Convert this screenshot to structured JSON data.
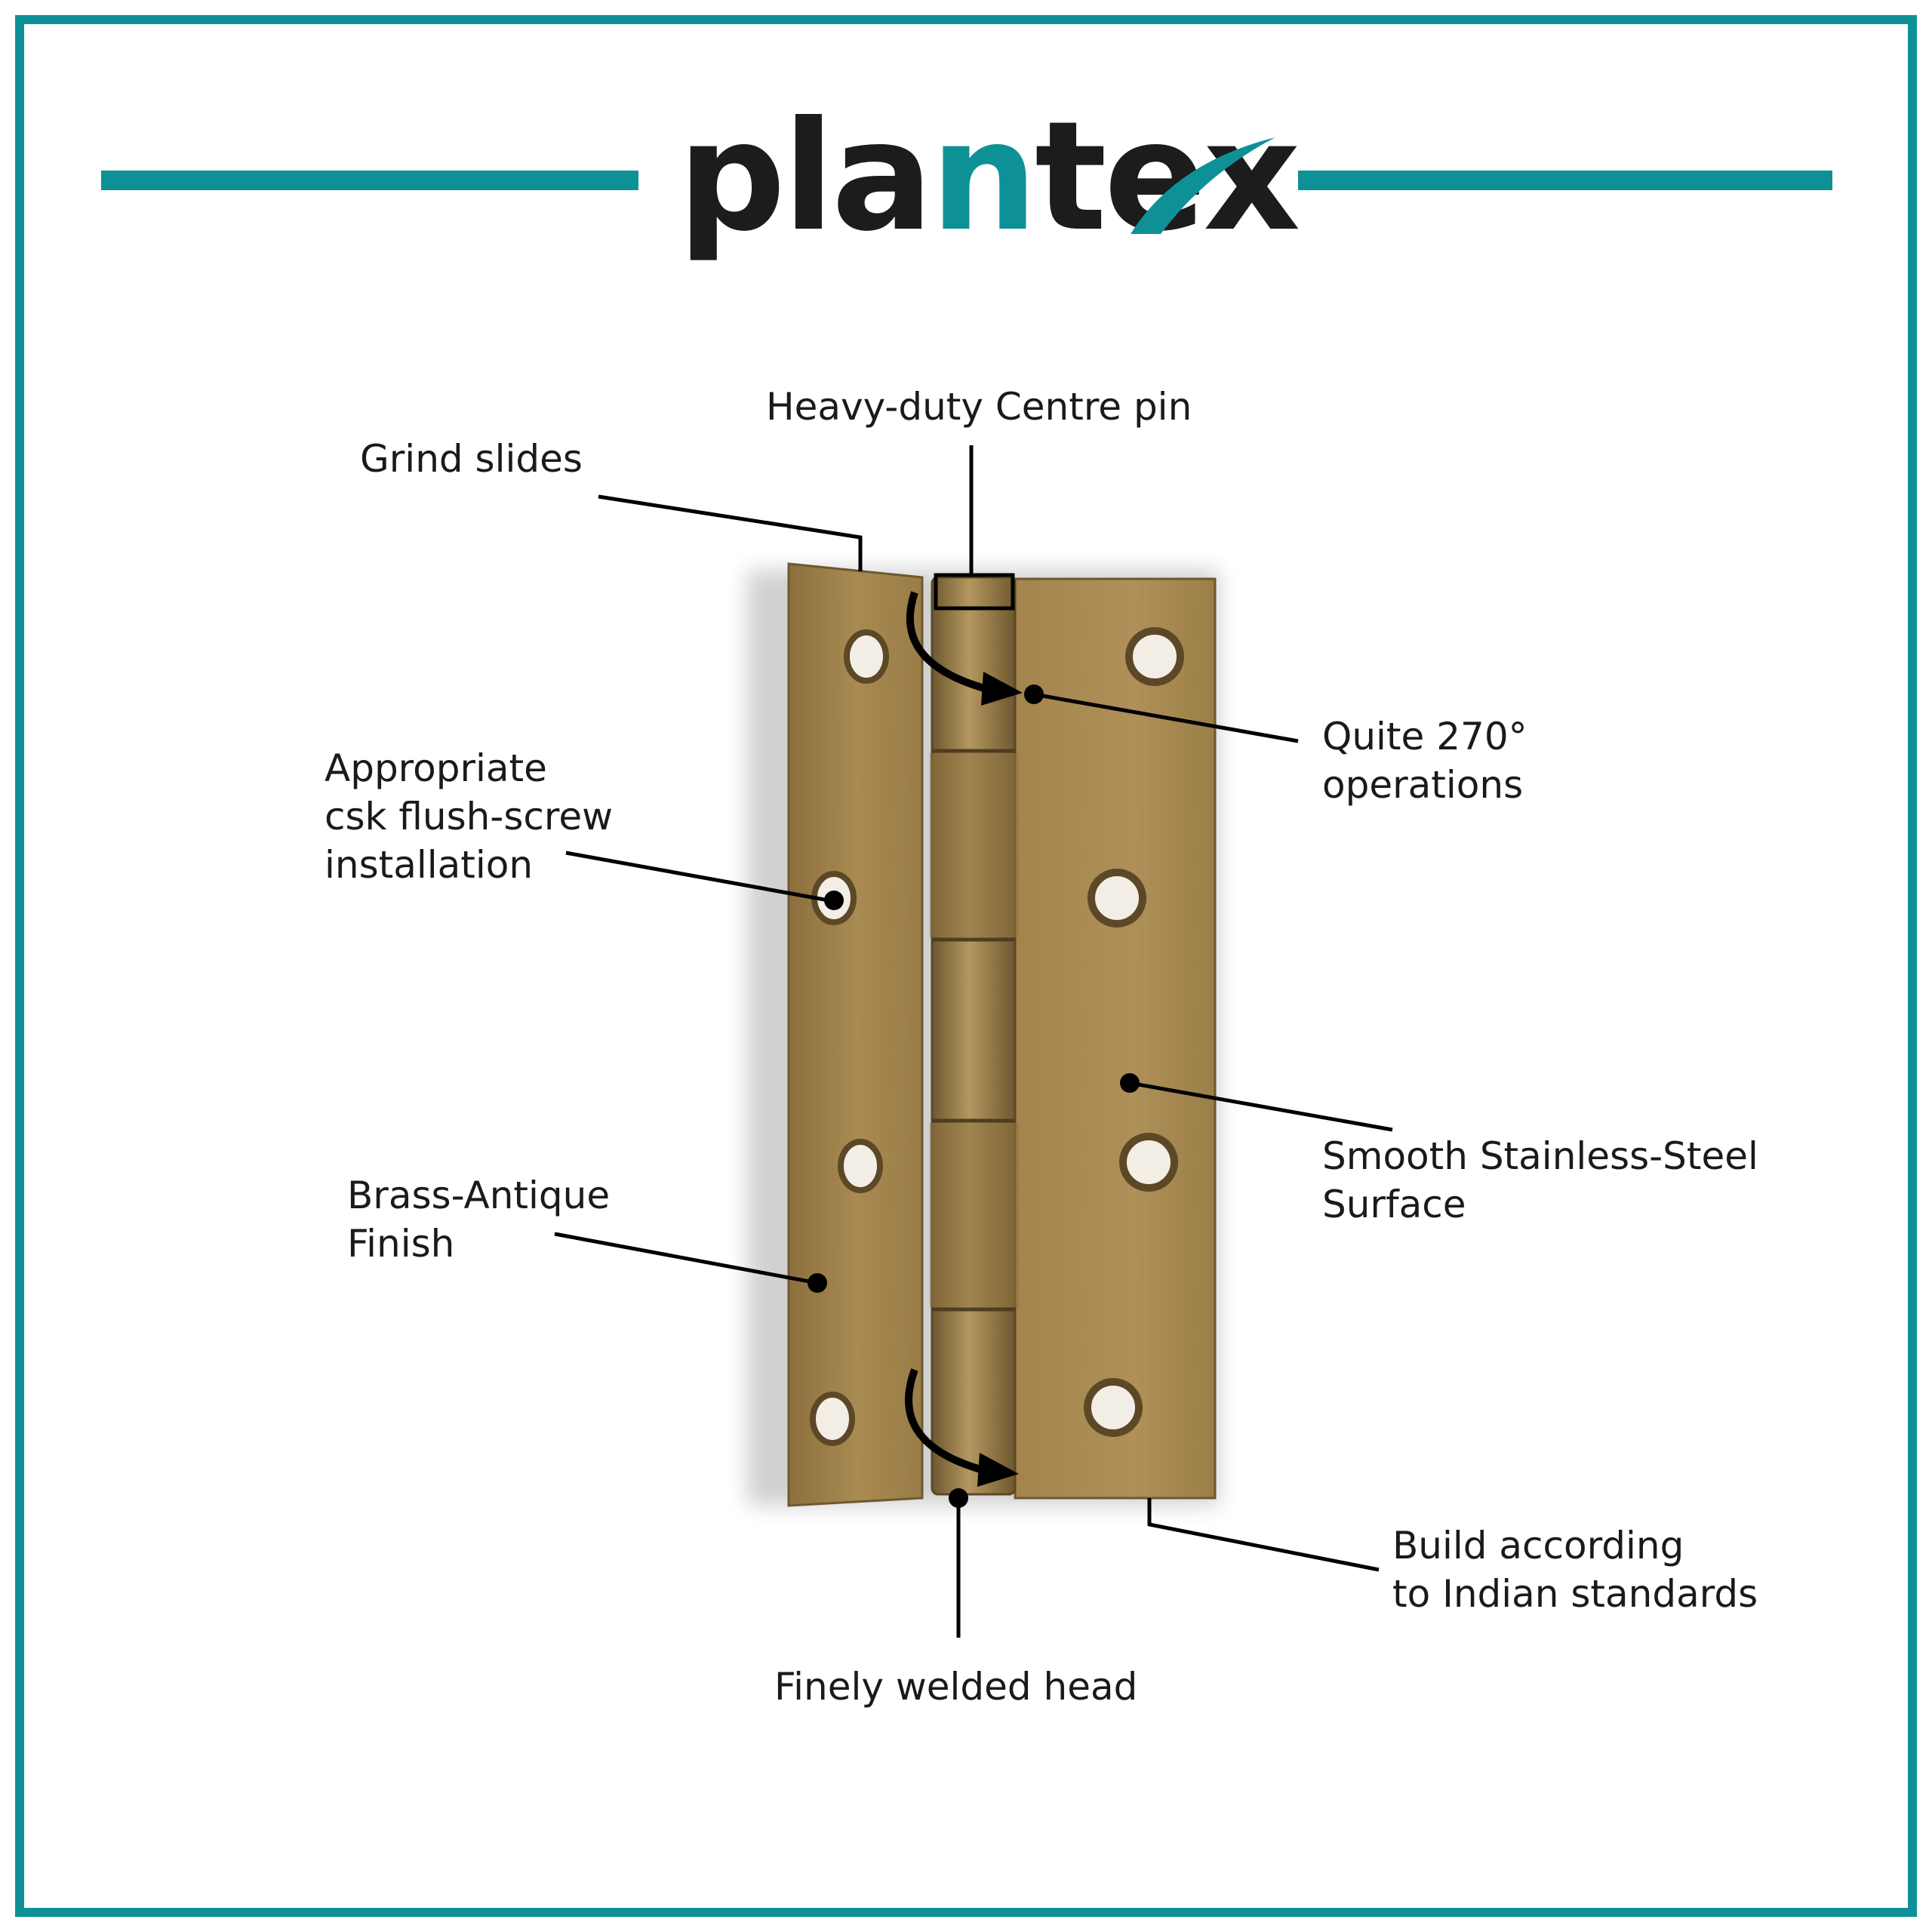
{
  "brand": {
    "logo_text_a": "pla",
    "logo_text_b": "n",
    "logo_text_c": "te",
    "logo_text_d": "x",
    "accent_color": "#0e9196"
  },
  "callouts": {
    "centre_pin": "Heavy-duty Centre pin",
    "grind_slides": "Grind slides",
    "csk_line1": "Appropriate",
    "csk_line2": "csk flush-screw",
    "csk_line3": "installation",
    "rotation_line1": "Quite 270°",
    "rotation_line2": "operations",
    "surface_line1": "Smooth Stainless-Steel",
    "surface_line2": "Surface",
    "finish_line1": "Brass-Antique",
    "finish_line2": "Finish",
    "standards_line1": "Build according",
    "standards_line2": "to Indian standards",
    "welded_head": "Finely welded head"
  },
  "product": {
    "item": "door hinge",
    "finish_color": "#a88a52",
    "knuckle_color": "#8f7442"
  }
}
